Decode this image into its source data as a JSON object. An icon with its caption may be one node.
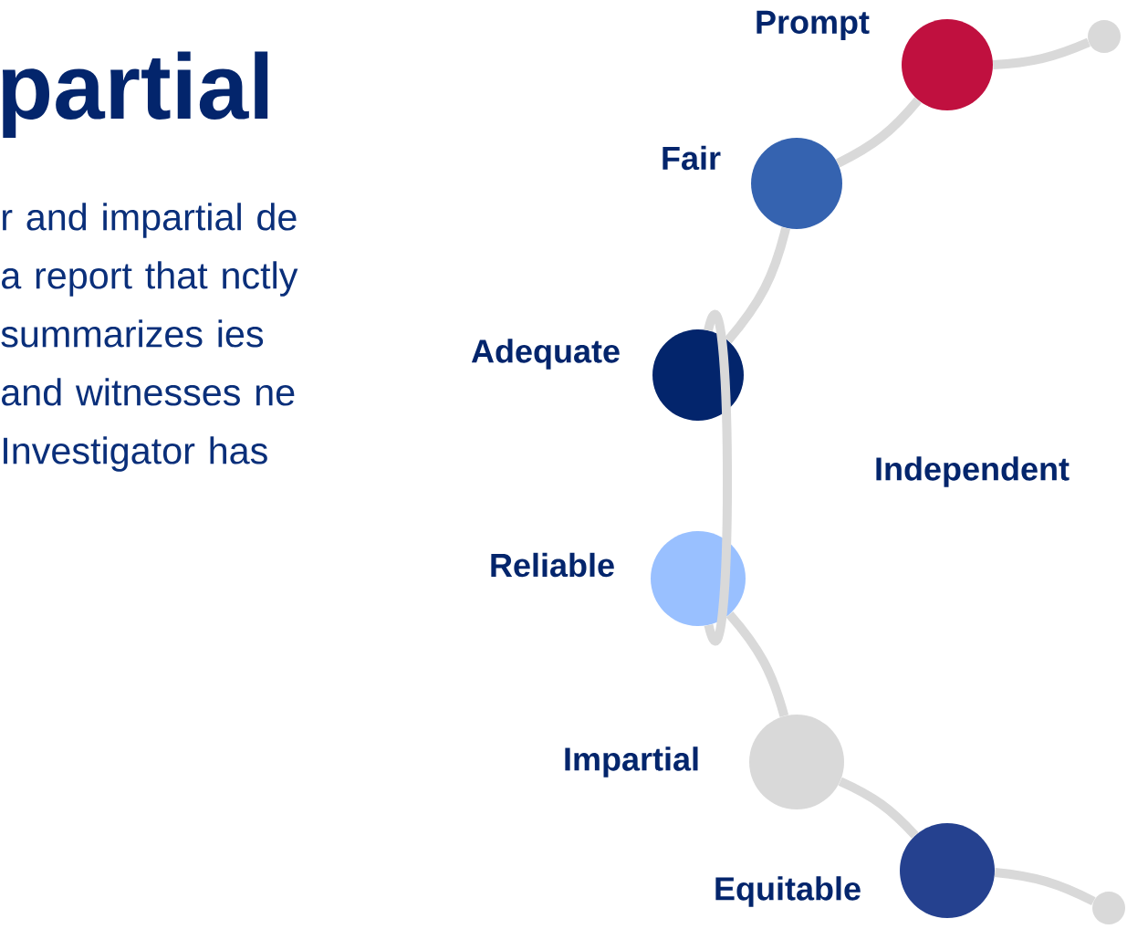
{
  "diagram": {
    "title": "partial",
    "nodes": [
      {
        "text": [],
        "shape": "circle"
      },
      {
        "text": [
          "Prompt"
        ]
      },
      {
        "text": [
          "Fair"
        ]
      },
      {
        "text": [
          "Adequate"
        ]
      },
      {
        "text": [
          "Reliable"
        ]
      },
      {
        "text": [
          "Impartial"
        ]
      },
      {
        "text": [
          "Equitable"
        ]
      },
      {
        "text": [],
        "shape": "circle"
      }
    ],
    "edges": [
      {
        "from": 0,
        "to": 1,
        "arrow": "none"
      },
      {
        "from": 1,
        "to": 2,
        "arrow": "none"
      },
      {
        "from": 2,
        "to": 3,
        "arrow": "none"
      },
      {
        "from": 3,
        "to": 4,
        "arrow": "none"
      },
      {
        "from": 4,
        "to": 5,
        "arrow": "none"
      },
      {
        "from": 5,
        "to": 6,
        "arrow": "none"
      },
      {
        "from": 6,
        "to": 7,
        "arrow": "none"
      }
    ],
    "labels": [
      "r and impartial de a report that nctly summarizes ies and witnesses ne Investigator has",
      "Independent"
    ]
  }
}
